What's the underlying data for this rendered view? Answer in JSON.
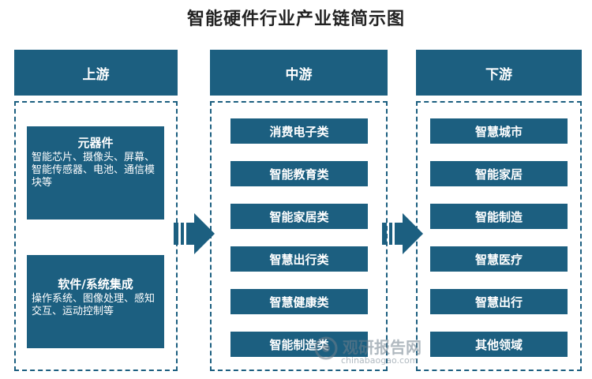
{
  "title": "智能硬件行业产业链简示图",
  "columns": {
    "upstream": {
      "header": "上游",
      "blocks": [
        {
          "heading": "元器件",
          "desc": "智能芯片、摄像头、屏幕、智能传感器、电池、通信模块等"
        },
        {
          "heading": "软件/系统集成",
          "desc": "操作系统、图像处理、感知交互、运动控制等"
        }
      ]
    },
    "midstream": {
      "header": "中游",
      "items": [
        "消费电子类",
        "智能教育类",
        "智能家居类",
        "智慧出行类",
        "智慧健康类",
        "智能制造类"
      ]
    },
    "downstream": {
      "header": "下游",
      "items": [
        "智慧城市",
        "智能家居",
        "智能制造",
        "智慧医疗",
        "智慧出行",
        "其他领域"
      ]
    }
  },
  "watermark": {
    "name": "观研报告网",
    "url": "chinabaogao.com"
  },
  "colors": {
    "primary": "#1c5f80",
    "title": "#222222"
  }
}
